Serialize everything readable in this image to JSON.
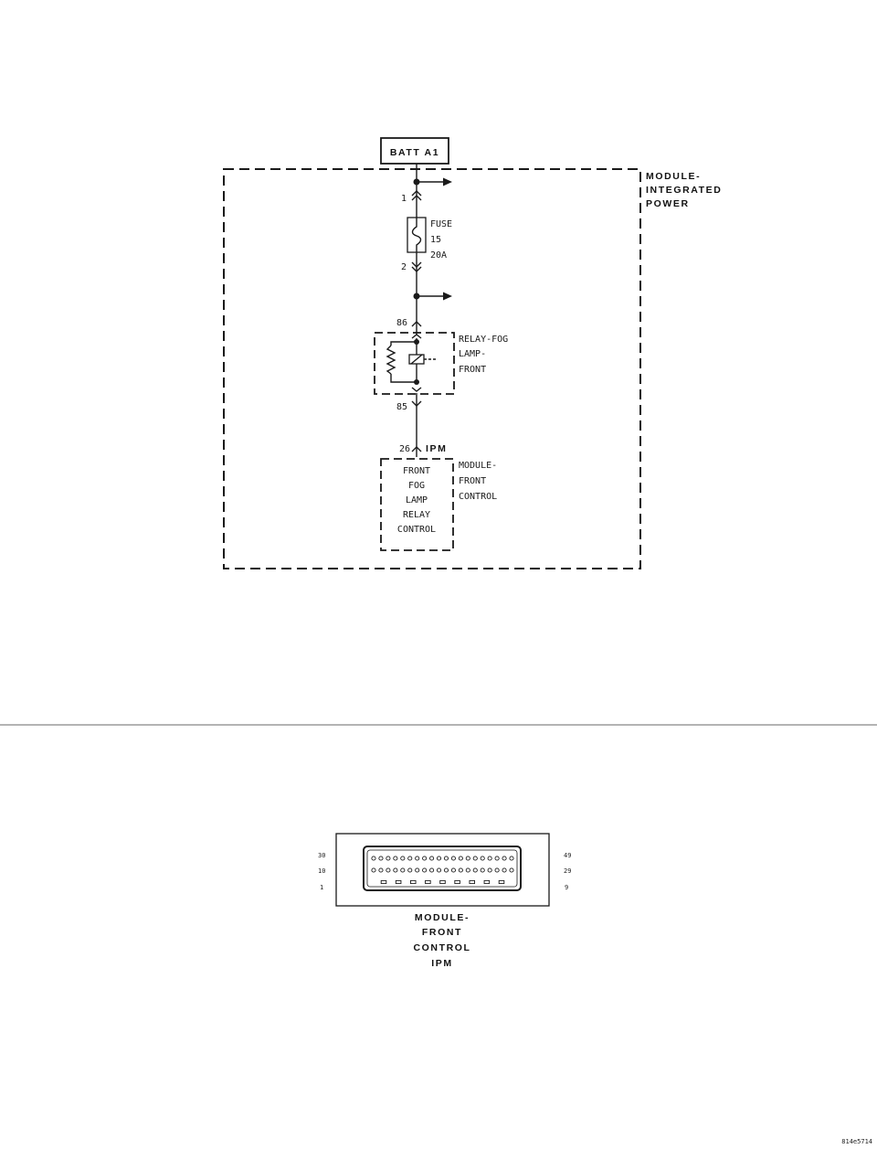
{
  "diagram": {
    "batt": "BATT A1",
    "module_ipm": [
      "MODULE-",
      "INTEGRATED",
      "POWER"
    ],
    "fuse": {
      "pin_in": "1",
      "pin_out": "2",
      "label": [
        "FUSE",
        "15",
        "20A"
      ]
    },
    "relay": {
      "pin_in": "86",
      "pin_out": "85",
      "label": [
        "RELAY-FOG",
        "LAMP-",
        "FRONT"
      ]
    },
    "fcm_pin": "26",
    "fcm_connector": "IPM",
    "fcm_box": [
      "FRONT",
      "FOG",
      "LAMP",
      "RELAY",
      "CONTROL"
    ],
    "module_fcm": [
      "MODULE-",
      "FRONT",
      "CONTROL"
    ]
  },
  "connector": {
    "pins_left": [
      "30",
      "10",
      "1"
    ],
    "pins_right": [
      "49",
      "29",
      "9"
    ],
    "label": [
      "MODULE-",
      "FRONT",
      "CONTROL",
      "IPM"
    ]
  },
  "figure_id": "814e5714"
}
